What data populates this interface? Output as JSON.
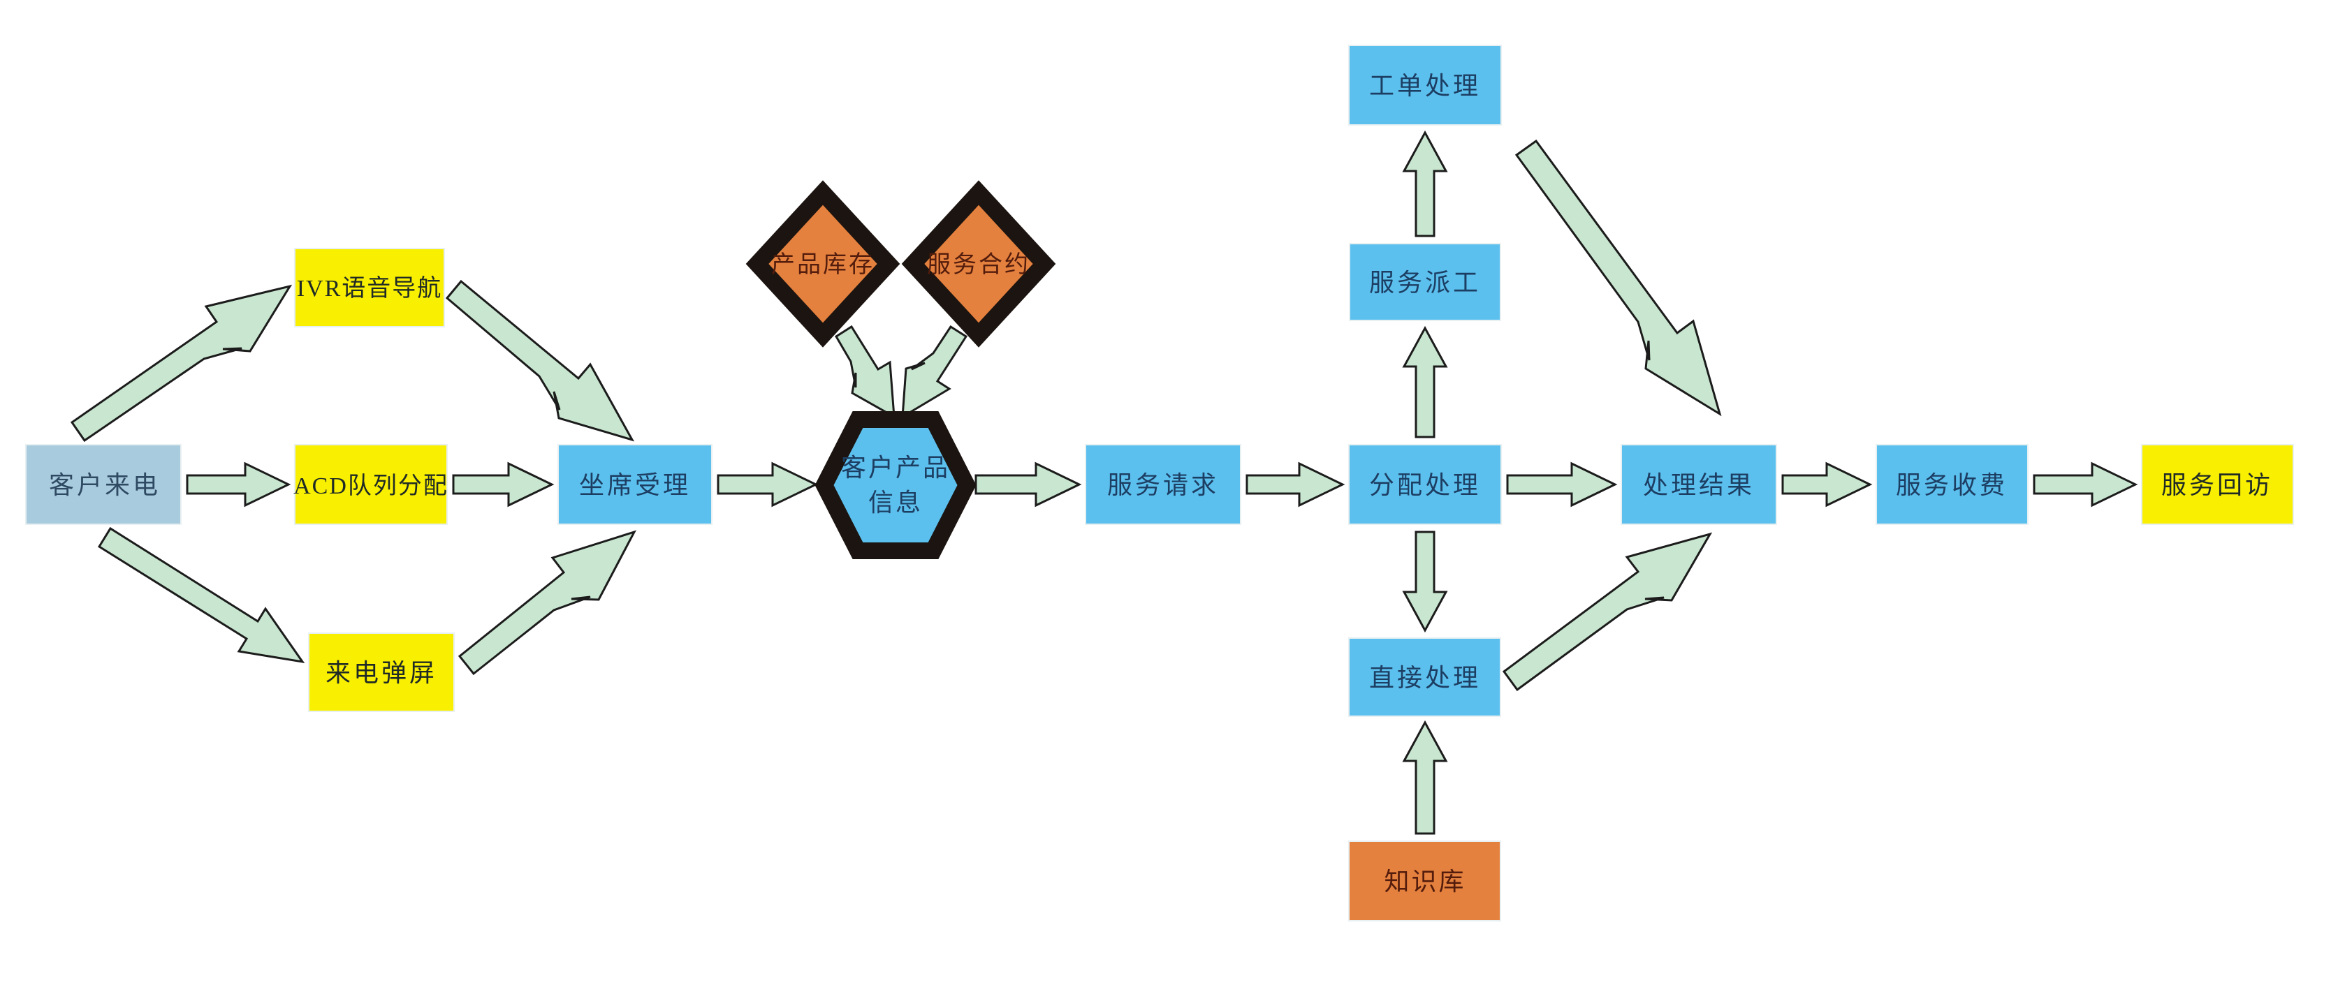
{
  "diagram": {
    "type": "flowchart",
    "language": "zh-CN",
    "background": "#ffffff",
    "palette": {
      "process_blue_fill": "#5cc0ee",
      "start_grayblue_fill": "#a9cbde",
      "channel_yellow_fill": "#f9ef00",
      "data_orange_fill": "#e5813e",
      "arrow_green_fill": "#c9e7d0",
      "frame_black": "#1c1410",
      "text_navy": "#1d3e63",
      "text_maroon": "#531c0c",
      "text_dark": "#1f2a26"
    },
    "nodes": {
      "customer_call": {
        "label": "客户来电",
        "shape": "rectangle",
        "fill_role": "start_grayblue_fill"
      },
      "ivr_navigation": {
        "label": "IVR语音导航",
        "shape": "rectangle",
        "fill_role": "channel_yellow_fill"
      },
      "acd_queue": {
        "label": "ACD队列分配",
        "shape": "rectangle",
        "fill_role": "channel_yellow_fill"
      },
      "call_popup": {
        "label": "来电弹屏",
        "shape": "rectangle",
        "fill_role": "channel_yellow_fill"
      },
      "agent_accept": {
        "label": "坐席受理",
        "shape": "rectangle",
        "fill_role": "process_blue_fill"
      },
      "product_inventory": {
        "label": "产品库存",
        "shape": "diamond",
        "fill_role": "data_orange_fill"
      },
      "service_contract": {
        "label": "服务合约",
        "shape": "diamond",
        "fill_role": "data_orange_fill"
      },
      "customer_product_info": {
        "label": "客户产品信息",
        "label_line1": "客户产品",
        "label_line2": "信息",
        "shape": "hexagon",
        "fill_role": "process_blue_fill"
      },
      "service_request": {
        "label": "服务请求",
        "shape": "rectangle",
        "fill_role": "process_blue_fill"
      },
      "dispatch_process": {
        "label": "分配处理",
        "shape": "rectangle",
        "fill_role": "process_blue_fill"
      },
      "work_order": {
        "label": "工单处理",
        "shape": "rectangle",
        "fill_role": "process_blue_fill"
      },
      "service_dispatch": {
        "label": "服务派工",
        "shape": "rectangle",
        "fill_role": "process_blue_fill"
      },
      "direct_process": {
        "label": "直接处理",
        "shape": "rectangle",
        "fill_role": "process_blue_fill"
      },
      "knowledge_base": {
        "label": "知识库",
        "shape": "rectangle",
        "fill_role": "data_orange_fill"
      },
      "process_result": {
        "label": "处理结果",
        "shape": "rectangle",
        "fill_role": "process_blue_fill"
      },
      "service_charge": {
        "label": "服务收费",
        "shape": "rectangle",
        "fill_role": "process_blue_fill"
      },
      "service_followup": {
        "label": "服务回访",
        "shape": "rectangle",
        "fill_role": "channel_yellow_fill"
      }
    },
    "edges": [
      {
        "from": "customer_call",
        "to": "ivr_navigation",
        "style": "lightning-diagonal"
      },
      {
        "from": "customer_call",
        "to": "acd_queue",
        "style": "straight"
      },
      {
        "from": "customer_call",
        "to": "call_popup",
        "style": "diagonal"
      },
      {
        "from": "ivr_navigation",
        "to": "agent_accept",
        "style": "lightning-diagonal"
      },
      {
        "from": "acd_queue",
        "to": "agent_accept",
        "style": "straight"
      },
      {
        "from": "call_popup",
        "to": "agent_accept",
        "style": "lightning-diagonal"
      },
      {
        "from": "agent_accept",
        "to": "customer_product_info",
        "style": "straight"
      },
      {
        "from": "product_inventory",
        "to": "customer_product_info",
        "style": "lightning-diagonal"
      },
      {
        "from": "service_contract",
        "to": "customer_product_info",
        "style": "lightning-diagonal"
      },
      {
        "from": "customer_product_info",
        "to": "service_request",
        "style": "straight"
      },
      {
        "from": "service_request",
        "to": "dispatch_process",
        "style": "straight"
      },
      {
        "from": "dispatch_process",
        "to": "service_dispatch",
        "style": "straight-up"
      },
      {
        "from": "service_dispatch",
        "to": "work_order",
        "style": "straight-up"
      },
      {
        "from": "dispatch_process",
        "to": "direct_process",
        "style": "straight-down"
      },
      {
        "from": "knowledge_base",
        "to": "direct_process",
        "style": "straight-up"
      },
      {
        "from": "work_order",
        "to": "process_result",
        "style": "lightning-diagonal"
      },
      {
        "from": "direct_process",
        "to": "process_result",
        "style": "lightning-diagonal"
      },
      {
        "from": "dispatch_process",
        "to": "process_result",
        "style": "straight"
      },
      {
        "from": "process_result",
        "to": "service_charge",
        "style": "straight"
      },
      {
        "from": "service_charge",
        "to": "service_followup",
        "style": "straight"
      }
    ]
  }
}
